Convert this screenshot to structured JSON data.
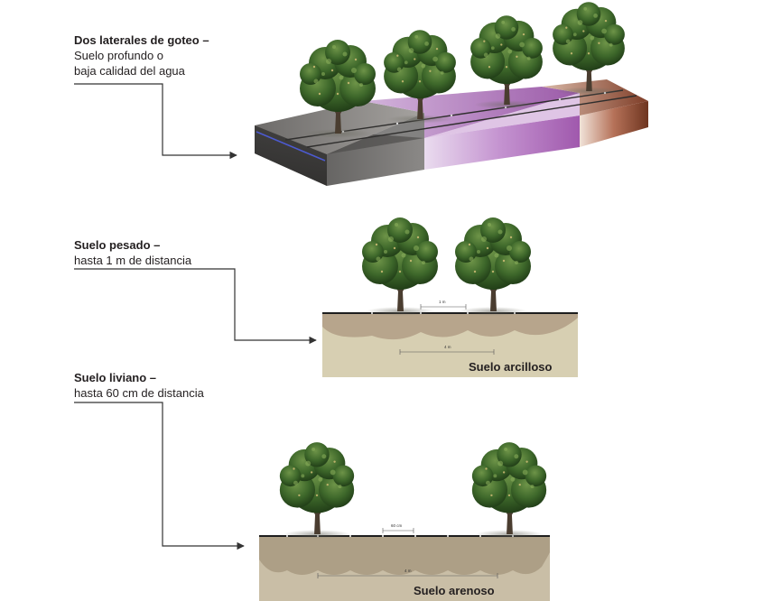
{
  "section1": {
    "title": "Dos laterales de goteo –",
    "lines": [
      "Suelo profundo o",
      "baja calidad del agua"
    ]
  },
  "section2": {
    "title": "Suelo pesado –",
    "lines": [
      "hasta 1 m de distancia"
    ],
    "soil_label": "Suelo arcilloso",
    "dim_small": "1 m",
    "dim_large": "4 m"
  },
  "section3": {
    "title": "Suelo liviano –",
    "lines": [
      "hasta 60 cm de distancia"
    ],
    "soil_label": "Suelo arenoso",
    "dim_small": "60 cm",
    "dim_large": "4 m"
  },
  "colors": {
    "soil_gray": "#5a5856",
    "soil_purple": "#a363b0",
    "soil_brown": "#8a4a33",
    "soil_clay": "#d7cfb2",
    "soil_sand": "#c9bea6",
    "wet_zone": "#b7a58c",
    "foliage": "#3e6a2c",
    "trunk": "#4a3d30",
    "arrow": "#333333"
  },
  "icons": [
    "tree-icon",
    "arrow-icon",
    "drip-line-icon"
  ]
}
